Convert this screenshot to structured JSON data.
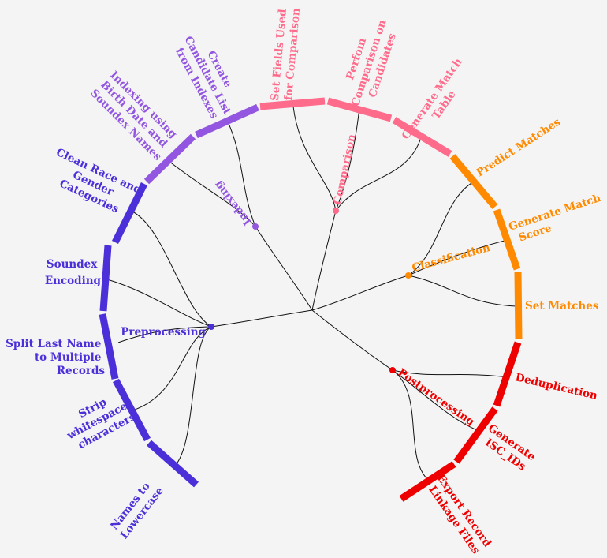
{
  "colors": {
    "preprocessing": "#4b2fd8",
    "indexing": "#9256e0",
    "comparison": "#ff6b8b",
    "classification": "#ff8a00",
    "postprocessing": "#ee0000",
    "background": "#f4f4f4"
  },
  "groups": {
    "preprocessing": {
      "label": "Preprocessing",
      "color_key": "preprocessing"
    },
    "indexing": {
      "label": "Indexing",
      "color_key": "indexing"
    },
    "comparison": {
      "label": "Comparison",
      "color_key": "comparison"
    },
    "classification": {
      "label": "Classification",
      "color_key": "classification"
    },
    "postprocessing": {
      "label": "Postprocessing",
      "color_key": "postprocessing"
    }
  },
  "leaves": {
    "names_to_lowercase": {
      "lines": [
        "Names to",
        "Lowercase"
      ],
      "group": "preprocessing"
    },
    "strip_whitespace": {
      "lines": [
        "Strip",
        "whitespace\\",
        "characters"
      ],
      "group": "preprocessing"
    },
    "split_last_name": {
      "lines": [
        "Split Last Name",
        "to Multiple",
        "Records"
      ],
      "group": "preprocessing"
    },
    "soundex_encoding": {
      "lines": [
        "Soundex",
        "Encoding"
      ],
      "group": "preprocessing"
    },
    "clean_race_gender": {
      "lines": [
        "Clean Race and",
        "Gender",
        "Categories"
      ],
      "group": "preprocessing"
    },
    "indexing_birth_soundex": {
      "lines": [
        "Indexing using",
        "Birth Date and",
        "Soundex Names"
      ],
      "group": "indexing"
    },
    "create_candidate_list": {
      "lines": [
        "Create",
        "Candidate List",
        "from Indexes"
      ],
      "group": "indexing"
    },
    "set_fields": {
      "lines": [
        "Set Fields Used",
        "for Comparison"
      ],
      "group": "comparison"
    },
    "perform_comparison": {
      "lines": [
        "Perfom",
        "Comparison on",
        "Candidates"
      ],
      "group": "comparison"
    },
    "generate_match_table": {
      "lines": [
        "Generate Match",
        "Table"
      ],
      "group": "comparison"
    },
    "predict_matches": {
      "lines": [
        "Predict Matches"
      ],
      "group": "classification"
    },
    "generate_match_score": {
      "lines": [
        "Generate Match",
        "Score"
      ],
      "group": "classification"
    },
    "set_matches": {
      "lines": [
        "Set Matches"
      ],
      "group": "classification"
    },
    "deduplication": {
      "lines": [
        "Deduplication"
      ],
      "group": "postprocessing"
    },
    "generate_isc_ids": {
      "lines": [
        "Generate",
        "ISC_IDs"
      ],
      "group": "postprocessing"
    },
    "export_record_linkage": {
      "lines": [
        "Export Record",
        "Linkage Files"
      ],
      "group": "postprocessing"
    }
  }
}
